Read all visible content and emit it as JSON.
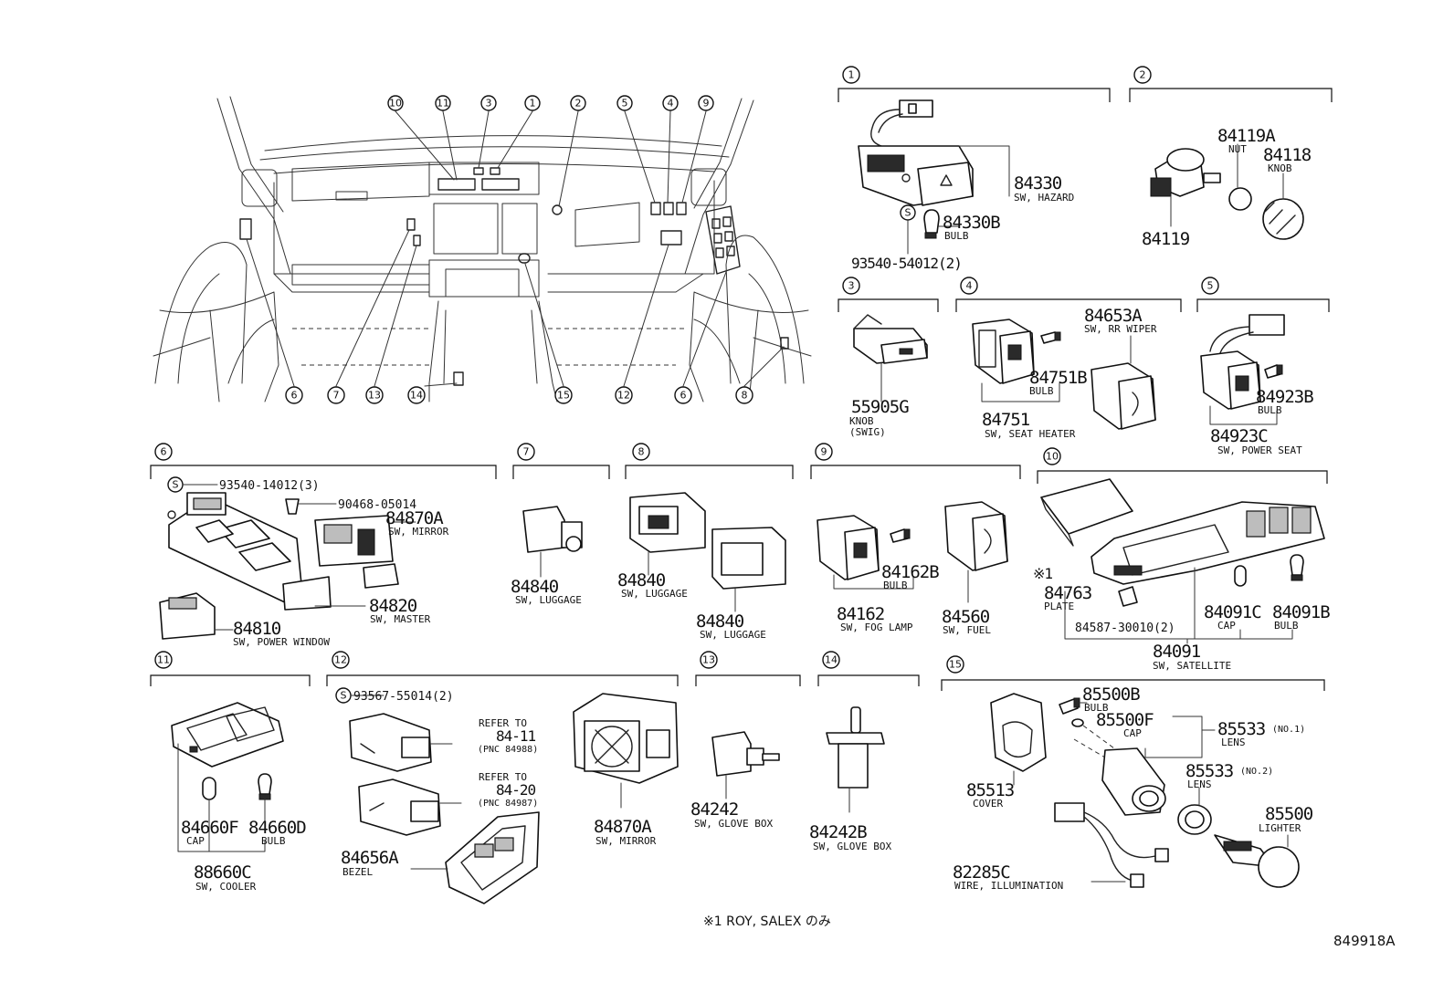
{
  "callouts": [
    "1",
    "2",
    "3",
    "4",
    "5",
    "6",
    "7",
    "8",
    "9",
    "10",
    "11",
    "12",
    "13",
    "14",
    "15"
  ],
  "overview": {
    "top_labels": [
      "10",
      "11",
      "3",
      "1",
      "2",
      "5",
      "4",
      "9"
    ],
    "bottom_labels": [
      "6",
      "7",
      "13",
      "14",
      "15",
      "12",
      "6",
      "8"
    ]
  },
  "sec1": {
    "p1": "84330",
    "d1": "SW, HAZARD",
    "p2": "84330B",
    "d2": "BULB",
    "p3": "93540-54012(2)",
    "s": "S"
  },
  "sec2": {
    "p1": "84119A",
    "d1": "NUT",
    "p2": "84118",
    "d2": "KNOB",
    "p3": "84119"
  },
  "sec3": {
    "p1": "55905G",
    "d1": "KNOB",
    "d1b": "(SWIG)"
  },
  "sec4": {
    "p1": "84653A",
    "d1": "SW, RR WIPER",
    "p2": "84751B",
    "d2": "BULB",
    "p3": "84751",
    "d3": "SW, SEAT HEATER"
  },
  "sec5": {
    "p1": "84923B",
    "d1": "BULB",
    "p2": "84923C",
    "d2": "SW, POWER SEAT"
  },
  "sec6": {
    "p1": "93540-14012(3)",
    "p2": "90468-05014",
    "p3": "84870A",
    "d3": "SW, MIRROR",
    "p4": "84820",
    "d4": "SW, MASTER",
    "p5": "84810",
    "d5": "SW, POWER WINDOW",
    "s": "S"
  },
  "sec7": {
    "p1": "84840",
    "d1": "SW, LUGGAGE"
  },
  "sec8": {
    "p1": "84840",
    "d1": "SW, LUGGAGE",
    "p2": "84840",
    "d2": "SW, LUGGAGE"
  },
  "sec9": {
    "p1": "84162B",
    "d1": "BULB",
    "p2": "84162",
    "d2": "SW, FOG LAMP",
    "p3": "84560",
    "d3": "SW, FUEL"
  },
  "sec10": {
    "mark": "※1",
    "p1": "84763",
    "d1": "PLATE",
    "p2": "84587-30010(2)",
    "p3": "84091C",
    "d3": "CAP",
    "p4": "84091B",
    "d4": "BULB",
    "p5": "84091",
    "d5": "SW, SATELLITE"
  },
  "sec11": {
    "p1": "84660F",
    "d1": "CAP",
    "p2": "84660D",
    "d2": "BULB",
    "p3": "88660C",
    "d3": "SW, COOLER"
  },
  "sec12": {
    "p1": "93567-55014(2)",
    "s": "S",
    "r1a": "REFER TO",
    "r1b": "84-11",
    "r1c": "(PNC 84988)",
    "r2a": "REFER TO",
    "r2b": "84-20",
    "r2c": "(PNC 84987)",
    "p2": "84870A",
    "d2": "SW, MIRROR",
    "p3": "84656A",
    "d3": "BEZEL"
  },
  "sec13": {
    "p1": "84242",
    "d1": "SW, GLOVE BOX"
  },
  "sec14": {
    "p1": "84242B",
    "d1": "SW, GLOVE BOX"
  },
  "sec15": {
    "p1": "85500B",
    "d1": "BULB",
    "p2": "85500F",
    "d2": "CAP",
    "p3": "85533",
    "d3": "LENS",
    "n3": "(NO.1)",
    "p4": "85533",
    "d4": "LENS",
    "n4": "(NO.2)",
    "p5": "85513",
    "d5": "COVER",
    "p6": "85500",
    "d6": "LIGHTER",
    "p7": "82285C",
    "d7": "WIRE, ILLUMINATION"
  },
  "footnote": "※1 ROY, SALEX のみ",
  "ref_code": "849918A"
}
